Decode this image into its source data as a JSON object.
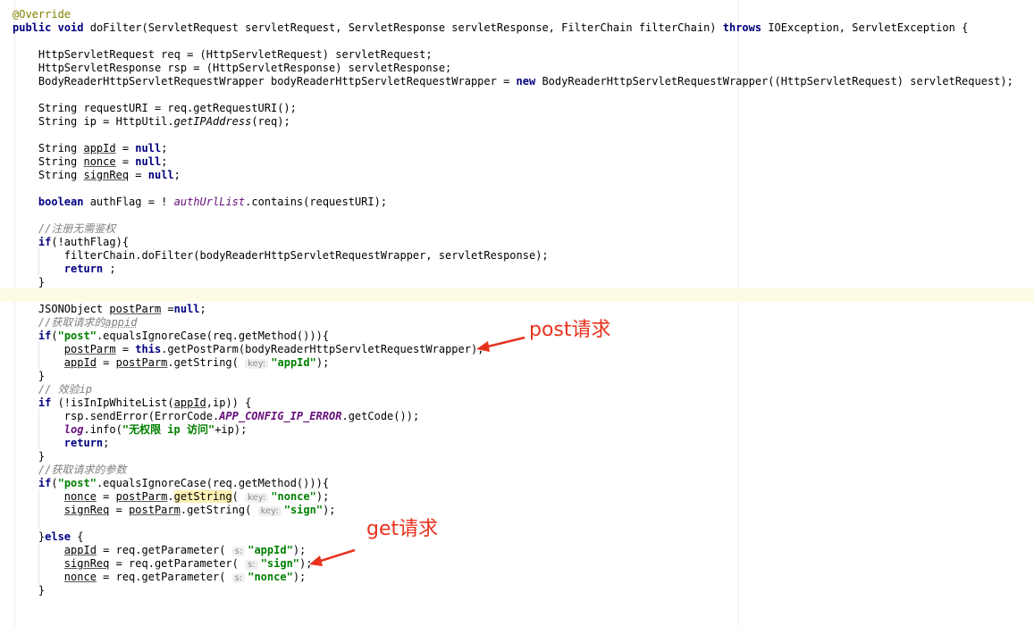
{
  "editor": {
    "lines": [
      [
        {
          "t": "@Override",
          "c": "ann"
        }
      ],
      [
        {
          "t": "public",
          "c": "kw"
        },
        {
          "t": " "
        },
        {
          "t": "void",
          "c": "kw"
        },
        {
          "t": " doFilter(ServletRequest servletRequest, ServletResponse servletResponse, FilterChain filterChain) "
        },
        {
          "t": "throws",
          "c": "kw"
        },
        {
          "t": " IOException, ServletException {"
        }
      ],
      [],
      [
        {
          "t": "    HttpServletRequest req = (HttpServletRequest) servletRequest;"
        }
      ],
      [
        {
          "t": "    HttpServletResponse rsp = (HttpServletResponse) servletResponse;"
        }
      ],
      [
        {
          "t": "    BodyReaderHttpServletRequestWrapper bodyReaderHttpServletRequestWrapper = "
        },
        {
          "t": "new",
          "c": "kw"
        },
        {
          "t": " BodyReaderHttpServletRequestWrapper((HttpServletRequest) servletRequest);"
        }
      ],
      [],
      [
        {
          "t": "    String requestURI = req.getRequestURI();"
        }
      ],
      [
        {
          "t": "    String ip = HttpUtil."
        },
        {
          "t": "getIPAddress",
          "c": "ital"
        },
        {
          "t": "(req);"
        }
      ],
      [],
      [
        {
          "t": "    String "
        },
        {
          "t": "appId",
          "c": "ul"
        },
        {
          "t": " = "
        },
        {
          "t": "null",
          "c": "kw"
        },
        {
          "t": ";"
        }
      ],
      [
        {
          "t": "    String "
        },
        {
          "t": "nonce",
          "c": "ul"
        },
        {
          "t": " = "
        },
        {
          "t": "null",
          "c": "kw"
        },
        {
          "t": ";"
        }
      ],
      [
        {
          "t": "    String "
        },
        {
          "t": "signReq",
          "c": "ul"
        },
        {
          "t": " = "
        },
        {
          "t": "null",
          "c": "kw"
        },
        {
          "t": ";"
        }
      ],
      [],
      [
        {
          "t": "    "
        },
        {
          "t": "boolean",
          "c": "kw"
        },
        {
          "t": " authFlag = ! "
        },
        {
          "t": "authUrlList",
          "c": "fld"
        },
        {
          "t": ".contains(requestURI);"
        }
      ],
      [],
      [
        {
          "t": "    //注册无需鉴权",
          "c": "cmt"
        }
      ],
      [
        {
          "t": "    "
        },
        {
          "t": "if",
          "c": "kw"
        },
        {
          "t": "(!authFlag){"
        }
      ],
      [
        {
          "t": "        filterChain.doFilter(bodyReaderHttpServletRequestWrapper, servletResponse);"
        }
      ],
      [
        {
          "t": "        "
        },
        {
          "t": "return",
          "c": "kw"
        },
        {
          "t": " ;"
        }
      ],
      [
        {
          "t": "    }"
        }
      ],
      [],
      [
        {
          "t": "    JSONObject "
        },
        {
          "t": "postParm",
          "c": "ul"
        },
        {
          "t": " ="
        },
        {
          "t": "null",
          "c": "kw"
        },
        {
          "t": ";"
        }
      ],
      [
        {
          "t": "    //获取请求的",
          "c": "cmt"
        },
        {
          "t": "appid",
          "c": "cmt cmt-ul"
        }
      ],
      [
        {
          "t": "    "
        },
        {
          "t": "if",
          "c": "kw"
        },
        {
          "t": "("
        },
        {
          "t": "\"post\"",
          "c": "str"
        },
        {
          "t": ".equalsIgnoreCase(req.getMethod())){"
        }
      ],
      [
        {
          "t": "        "
        },
        {
          "t": "postParm",
          "c": "ul"
        },
        {
          "t": " = "
        },
        {
          "t": "this",
          "c": "kw"
        },
        {
          "t": ".getPostParm(bodyReaderHttpServletRequestWrapper);"
        }
      ],
      [
        {
          "t": "        "
        },
        {
          "t": "appId",
          "c": "ul"
        },
        {
          "t": " = "
        },
        {
          "t": "postParm",
          "c": "ul"
        },
        {
          "t": ".getString( "
        },
        {
          "t": "key:",
          "c": "hint"
        },
        {
          "t": "\"appId\"",
          "c": "str"
        },
        {
          "t": ");"
        }
      ],
      [
        {
          "t": "    }"
        }
      ],
      [
        {
          "t": "    // 效验",
          "c": "cmt"
        },
        {
          "t": "ip",
          "c": "cmt"
        }
      ],
      [
        {
          "t": "    "
        },
        {
          "t": "if",
          "c": "kw"
        },
        {
          "t": " (!isInIpWhiteList("
        },
        {
          "t": "appId",
          "c": "ul"
        },
        {
          "t": ",ip)) {"
        }
      ],
      [
        {
          "t": "        rsp.sendError(ErrorCode."
        },
        {
          "t": "APP_CONFIG_IP_ERROR",
          "c": "cst"
        },
        {
          "t": ".getCode());"
        }
      ],
      [
        {
          "t": "        "
        },
        {
          "t": "log",
          "c": "cst"
        },
        {
          "t": ".info("
        },
        {
          "t": "\"无权限 ip 访问\"",
          "c": "str"
        },
        {
          "t": "+ip);"
        }
      ],
      [
        {
          "t": "        "
        },
        {
          "t": "return",
          "c": "kw"
        },
        {
          "t": ";"
        }
      ],
      [
        {
          "t": "    }"
        }
      ],
      [
        {
          "t": "    //获取请求的参数",
          "c": "cmt"
        }
      ],
      [
        {
          "t": "    "
        },
        {
          "t": "if",
          "c": "kw"
        },
        {
          "t": "("
        },
        {
          "t": "\"post\"",
          "c": "str"
        },
        {
          "t": ".equalsIgnoreCase(req.getMethod())){"
        }
      ],
      [
        {
          "t": "        "
        },
        {
          "t": "nonce",
          "c": "ul"
        },
        {
          "t": " = "
        },
        {
          "t": "postParm",
          "c": "ul"
        },
        {
          "t": "."
        },
        {
          "t": "getString",
          "c": "hl"
        },
        {
          "t": "( "
        },
        {
          "t": "key:",
          "c": "hint"
        },
        {
          "t": "\"nonce\"",
          "c": "str"
        },
        {
          "t": ");"
        }
      ],
      [
        {
          "t": "        "
        },
        {
          "t": "signReq",
          "c": "ul"
        },
        {
          "t": " = "
        },
        {
          "t": "postParm",
          "c": "ul"
        },
        {
          "t": ".getString( "
        },
        {
          "t": "key:",
          "c": "hint"
        },
        {
          "t": "\"sign\"",
          "c": "str"
        },
        {
          "t": ");"
        }
      ],
      [],
      [
        {
          "t": "    }"
        },
        {
          "t": "else",
          "c": "kw"
        },
        {
          "t": " {"
        }
      ],
      [
        {
          "t": "        "
        },
        {
          "t": "appId",
          "c": "ul"
        },
        {
          "t": " = req.getParameter( "
        },
        {
          "t": "s:",
          "c": "hint"
        },
        {
          "t": "\"appId\"",
          "c": "str"
        },
        {
          "t": ");"
        }
      ],
      [
        {
          "t": "        "
        },
        {
          "t": "signReq",
          "c": "ul"
        },
        {
          "t": " = req.getParameter( "
        },
        {
          "t": "s:",
          "c": "hint"
        },
        {
          "t": "\"sign\"",
          "c": "str"
        },
        {
          "t": ");"
        }
      ],
      [
        {
          "t": "        "
        },
        {
          "t": "nonce",
          "c": "ul"
        },
        {
          "t": " = req.getParameter( "
        },
        {
          "t": "s:",
          "c": "hint"
        },
        {
          "t": "\"nonce\"",
          "c": "str"
        },
        {
          "t": ");"
        }
      ],
      [
        {
          "t": "    }"
        }
      ]
    ]
  },
  "annotations": {
    "post_label": "post请求",
    "get_label": "get请求",
    "color": "#e8321e"
  },
  "colors": {
    "keyword": "#000080",
    "string": "#008000",
    "comment": "#808080",
    "annotation": "#808000",
    "field": "#660e7a",
    "caret_row": "#fdfbe6"
  }
}
